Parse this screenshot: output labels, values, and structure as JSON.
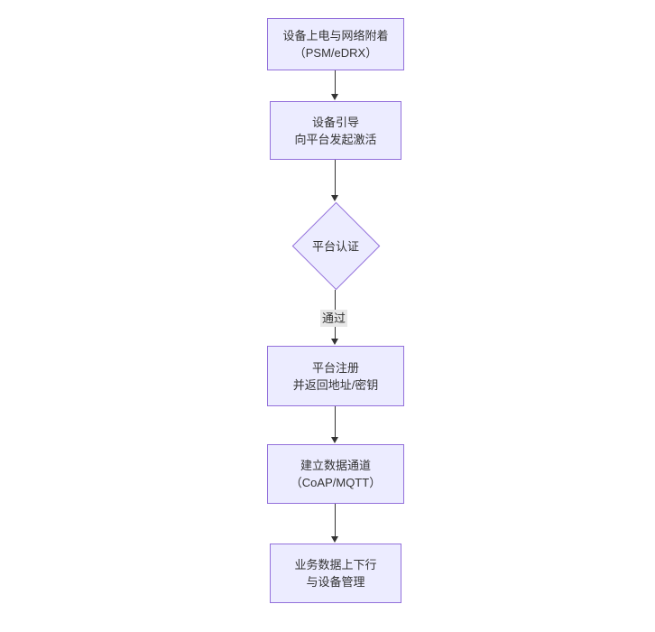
{
  "colors": {
    "node_fill": "#ECECFF",
    "node_border": "#9370DB",
    "edge": "#333333",
    "text": "#333333",
    "edge_label_bg": "#e8e8e8",
    "background": "#ffffff"
  },
  "flowchart": {
    "nodes": {
      "attach": {
        "lines": [
          "设备上电与网络附着",
          "（PSM/eDRX）"
        ]
      },
      "bootstrap": {
        "lines": [
          "设备引导",
          "向平台发起激活"
        ]
      },
      "auth_decision": {
        "label": "平台认证"
      },
      "register": {
        "lines": [
          "平台注册",
          "并返回地址/密钥"
        ]
      },
      "channel": {
        "lines": [
          "建立数据通道",
          "（CoAP/MQTT）"
        ]
      },
      "business": {
        "lines": [
          "业务数据上下行",
          "与设备管理"
        ]
      }
    },
    "edges": {
      "auth_pass_label": "通过"
    }
  }
}
